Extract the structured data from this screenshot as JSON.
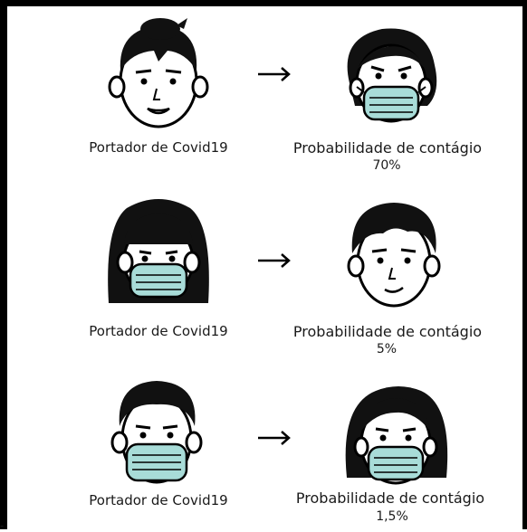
{
  "rows": [
    {
      "carrier_label": "Portador de Covid19",
      "outcome_label": "Probabilidade de contágio",
      "outcome_value": "70%"
    },
    {
      "carrier_label": "Portador de Covid19",
      "outcome_label": "Probabilidade de contágio",
      "outcome_value": "5%"
    },
    {
      "carrier_label": "Portador de Covid19",
      "outcome_label": "Probabilidade de contágio",
      "outcome_value": "1,5%"
    }
  ],
  "colors": {
    "mask": "#a8dcd8",
    "hair": "#111111",
    "skin": "#ffffff",
    "line": "#000000"
  },
  "footer_mark": "-"
}
